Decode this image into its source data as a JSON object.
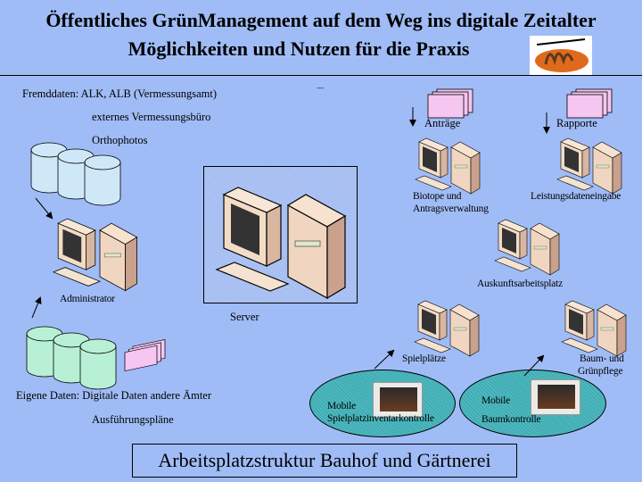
{
  "title": {
    "line1": "Öffentliches GrünManagement auf dem Weg ins digitale Zeitalter",
    "line2": "Möglichkeiten und Nutzen für die Praxis"
  },
  "left": {
    "external_sources": [
      "Fremddaten: ALK, ALB (Vermessungsamt)",
      "externes Vermessungsbüro",
      "Orthophotos"
    ],
    "admin_label": "Administrator",
    "own_data": [
      "Eigene Daten: Digitale Daten andere Ämter",
      "Ausführungspläne"
    ]
  },
  "center": {
    "server_label": "Server",
    "dash": "---"
  },
  "right": {
    "doc_antraege": "Anträge",
    "doc_rapporte": "Rapporte",
    "ws_biotope": [
      "Biotope und",
      "Antragsverwaltung"
    ],
    "ws_leistung": "Leistungsdateneingabe",
    "ws_auskunft": "Auskunftsarbeitsplatz",
    "ws_spiel": "Spielplätze",
    "ws_baum": [
      "Baum- und",
      "Grünpflege"
    ]
  },
  "mobile": {
    "spiel": [
      "Mobile",
      "Spielplatzinventarkontrolle"
    ],
    "baum": [
      "Mobile",
      "Baumkontrolle"
    ]
  },
  "footer": "Arbeitsplatzstruktur Bauhof und Gärtnerei",
  "colors": {
    "background": "#a0bcf6",
    "ellipse": "#4cb5bb",
    "doc": "#f5c6f0",
    "db_blue": "#cfe8f8",
    "db_green": "#b8f0d6"
  }
}
